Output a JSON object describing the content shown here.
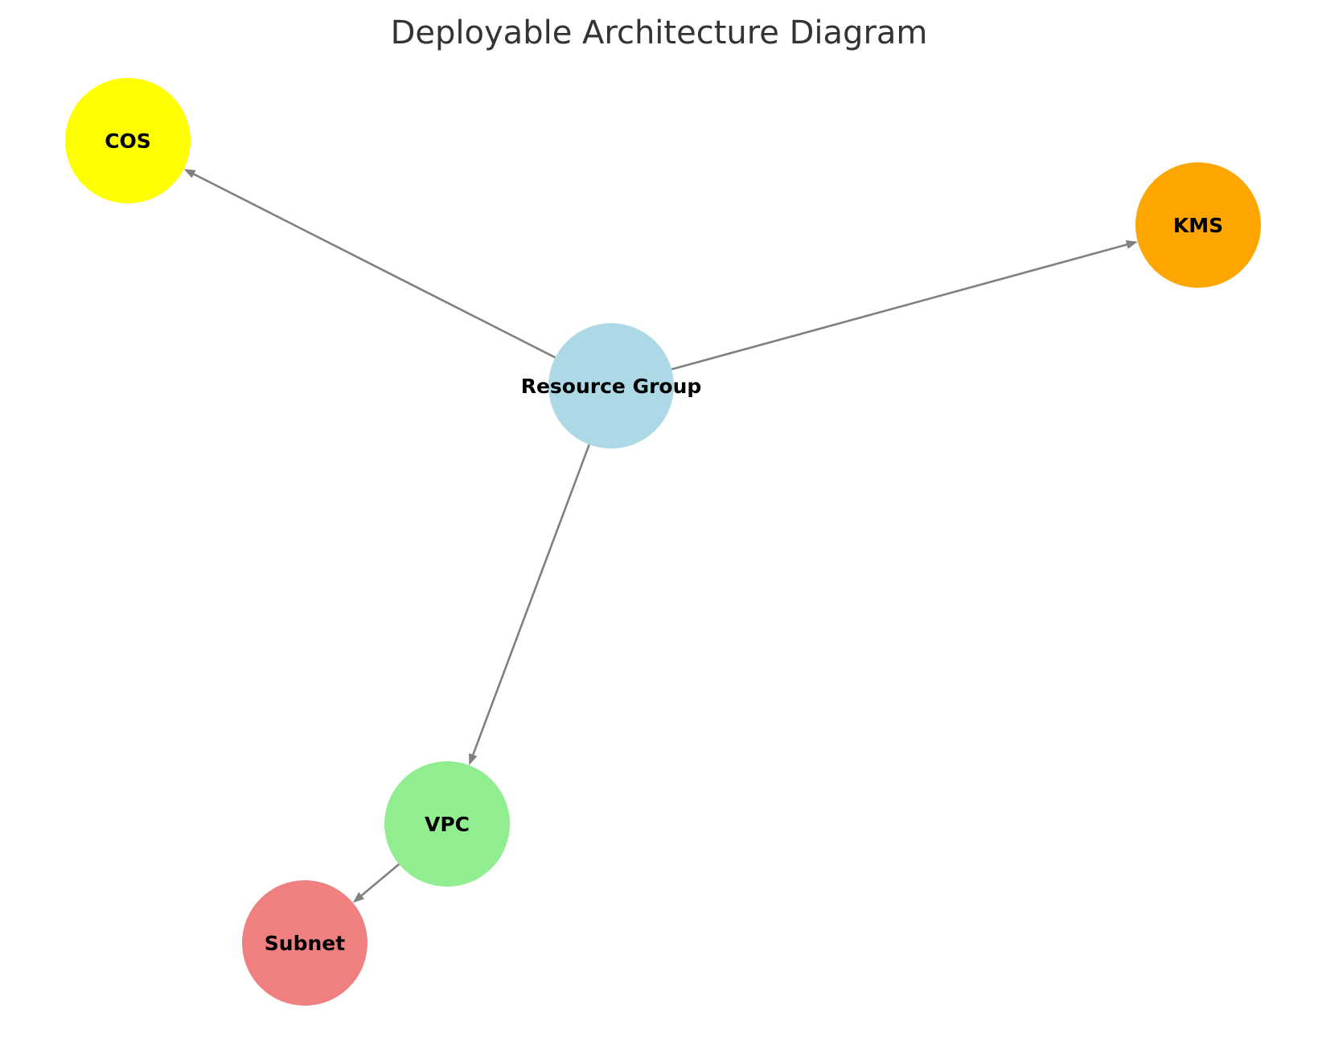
{
  "diagram": {
    "title": "Deployable Architecture Diagram",
    "edge_color": "#808080",
    "nodes": [
      {
        "id": "resource_group",
        "label": "Resource Group",
        "color": "#ADD8E6"
      },
      {
        "id": "cos",
        "label": "COS",
        "color": "#FFFF00"
      },
      {
        "id": "kms",
        "label": "KMS",
        "color": "#FFA500"
      },
      {
        "id": "vpc",
        "label": "VPC",
        "color": "#90EE90"
      },
      {
        "id": "subnet",
        "label": "Subnet",
        "color": "#F08080"
      }
    ],
    "edges": [
      {
        "from": "resource_group",
        "to": "cos"
      },
      {
        "from": "resource_group",
        "to": "kms"
      },
      {
        "from": "resource_group",
        "to": "vpc"
      },
      {
        "from": "vpc",
        "to": "subnet"
      }
    ]
  }
}
